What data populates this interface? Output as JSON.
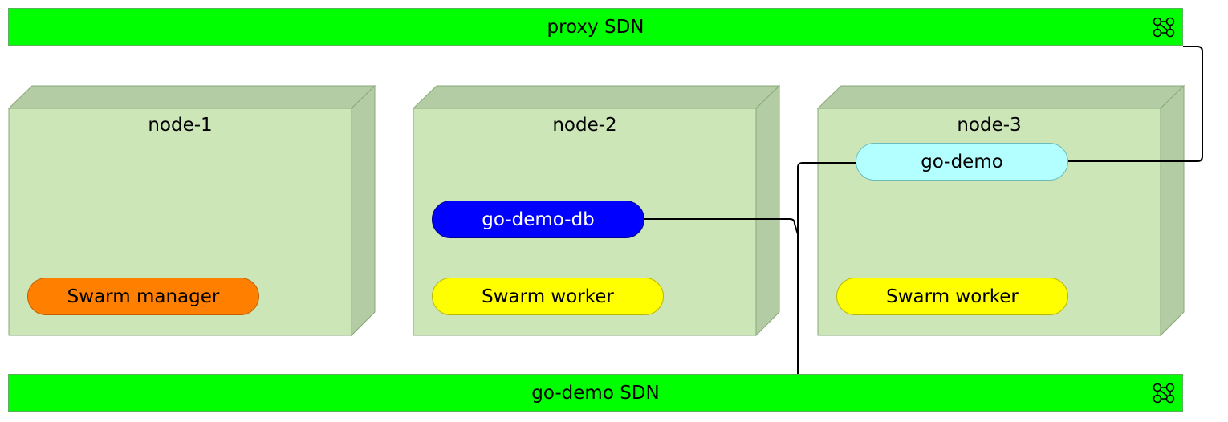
{
  "networks": {
    "proxy": {
      "label": "proxy SDN",
      "icon": "network-icon"
    },
    "go_demo": {
      "label": "go-demo SDN",
      "icon": "network-icon"
    }
  },
  "nodes": [
    {
      "label": "node-1",
      "services": [
        {
          "label": "Swarm manager",
          "color": "#ff8000"
        }
      ]
    },
    {
      "label": "node-2",
      "services": [
        {
          "label": "go-demo-db",
          "color": "#0000ff"
        },
        {
          "label": "Swarm worker",
          "color": "#ffff00"
        }
      ]
    },
    {
      "label": "node-3",
      "services": [
        {
          "label": "go-demo",
          "color": "#b3ffff"
        },
        {
          "label": "Swarm worker",
          "color": "#ffff00"
        }
      ]
    }
  ],
  "colors": {
    "network_bar": "#00ff00",
    "node_face": "#cce6b8",
    "node_side": "#b3cca3"
  }
}
